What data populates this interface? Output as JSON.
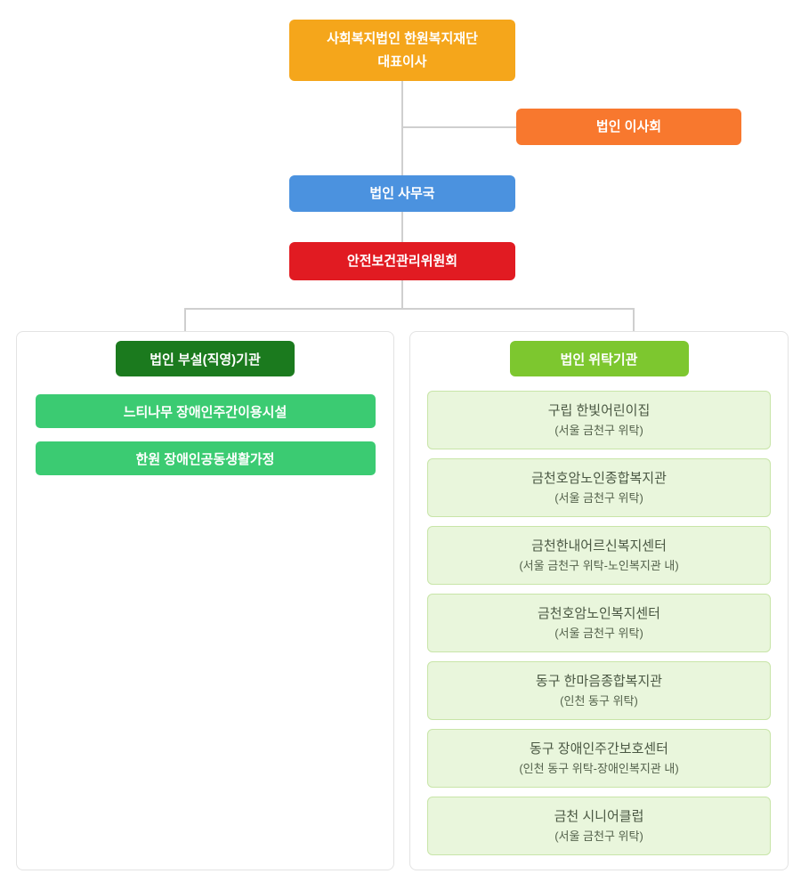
{
  "chart": {
    "root": {
      "line1": "사회복지법인 한원복지재단",
      "line2": "대표이사",
      "color": "#F5A61B"
    },
    "board": {
      "label": "법인 이사회",
      "color": "#F8782E"
    },
    "office": {
      "label": "법인 사무국",
      "color": "#4B92DF"
    },
    "safety": {
      "label": "안전보건관리위원회",
      "color": "#E11B22"
    },
    "left_panel": {
      "header": "법인 부설(직영)기관",
      "header_color": "#1B7A1E",
      "item_color": "#3BCB72",
      "items": [
        "느티나무 장애인주간이용시설",
        "한원 장애인공동생활가정"
      ]
    },
    "right_panel": {
      "header": "법인 위탁기관",
      "header_color": "#7DC72F",
      "item_bg": "#E9F6DC",
      "item_border": "#C8E5A8",
      "items": [
        {
          "name": "구립 한빛어린이집",
          "note": "(서울 금천구 위탁)"
        },
        {
          "name": "금천호암노인종합복지관",
          "note": "(서울 금천구 위탁)"
        },
        {
          "name": "금천한내어르신복지센터",
          "note": "(서울 금천구 위탁-노인복지관 내)"
        },
        {
          "name": "금천호암노인복지센터",
          "note": "(서울 금천구 위탁)"
        },
        {
          "name": "동구 한마음종합복지관",
          "note": "(인천 동구 위탁)"
        },
        {
          "name": "동구 장애인주간보호센터",
          "note": "(인천 동구 위탁-장애인복지관 내)"
        },
        {
          "name": "금천 시니어클럽",
          "note": "(서울 금천구 위탁)"
        }
      ]
    },
    "connector_color": "#cfcfcf"
  }
}
